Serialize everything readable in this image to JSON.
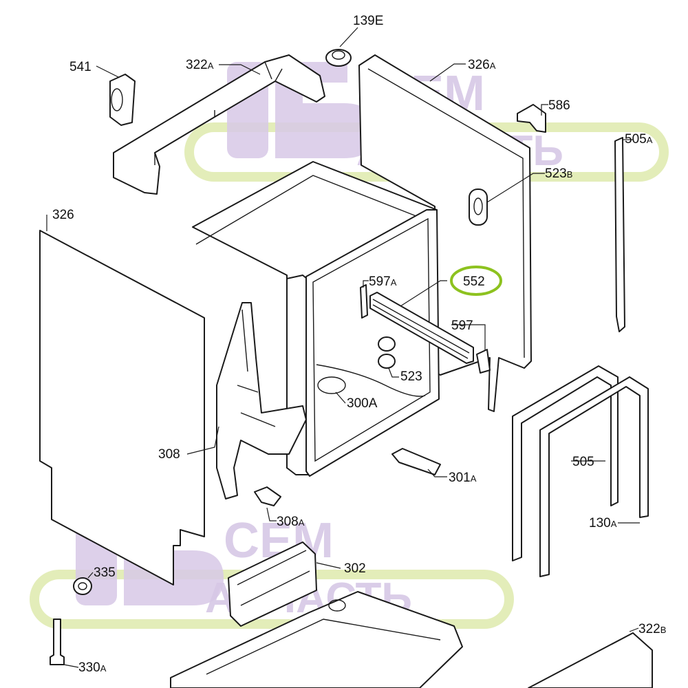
{
  "watermark": {
    "line1": "СЕМ",
    "line2": "АПЧАСТЬ",
    "colors": {
      "purple": "#d7c8e6",
      "green": "#e3edb9"
    }
  },
  "highlight": {
    "color": "#8dc21f",
    "part": "552"
  },
  "labels": [
    {
      "id": "139E",
      "text": "139E",
      "sub": ""
    },
    {
      "id": "541",
      "text": "541",
      "sub": ""
    },
    {
      "id": "322A",
      "text": "322",
      "sub": "A"
    },
    {
      "id": "326A",
      "text": "326",
      "sub": "A"
    },
    {
      "id": "586",
      "text": "586",
      "sub": ""
    },
    {
      "id": "505A",
      "text": "505",
      "sub": "A"
    },
    {
      "id": "523B",
      "text": "523",
      "sub": "B"
    },
    {
      "id": "326",
      "text": "326",
      "sub": ""
    },
    {
      "id": "597A",
      "text": "597",
      "sub": "A"
    },
    {
      "id": "552",
      "text": "552",
      "sub": ""
    },
    {
      "id": "597",
      "text": "597",
      "sub": ""
    },
    {
      "id": "523",
      "text": "523",
      "sub": ""
    },
    {
      "id": "300A",
      "text": "300A",
      "sub": ""
    },
    {
      "id": "308",
      "text": "308",
      "sub": ""
    },
    {
      "id": "505",
      "text": "505",
      "sub": ""
    },
    {
      "id": "301A",
      "text": "301",
      "sub": "A"
    },
    {
      "id": "308A",
      "text": "308",
      "sub": "A"
    },
    {
      "id": "130A",
      "text": "130",
      "sub": "A"
    },
    {
      "id": "335",
      "text": "335",
      "sub": ""
    },
    {
      "id": "302",
      "text": "302",
      "sub": ""
    },
    {
      "id": "322B",
      "text": "322",
      "sub": "B"
    },
    {
      "id": "330A",
      "text": "330",
      "sub": "A"
    }
  ]
}
